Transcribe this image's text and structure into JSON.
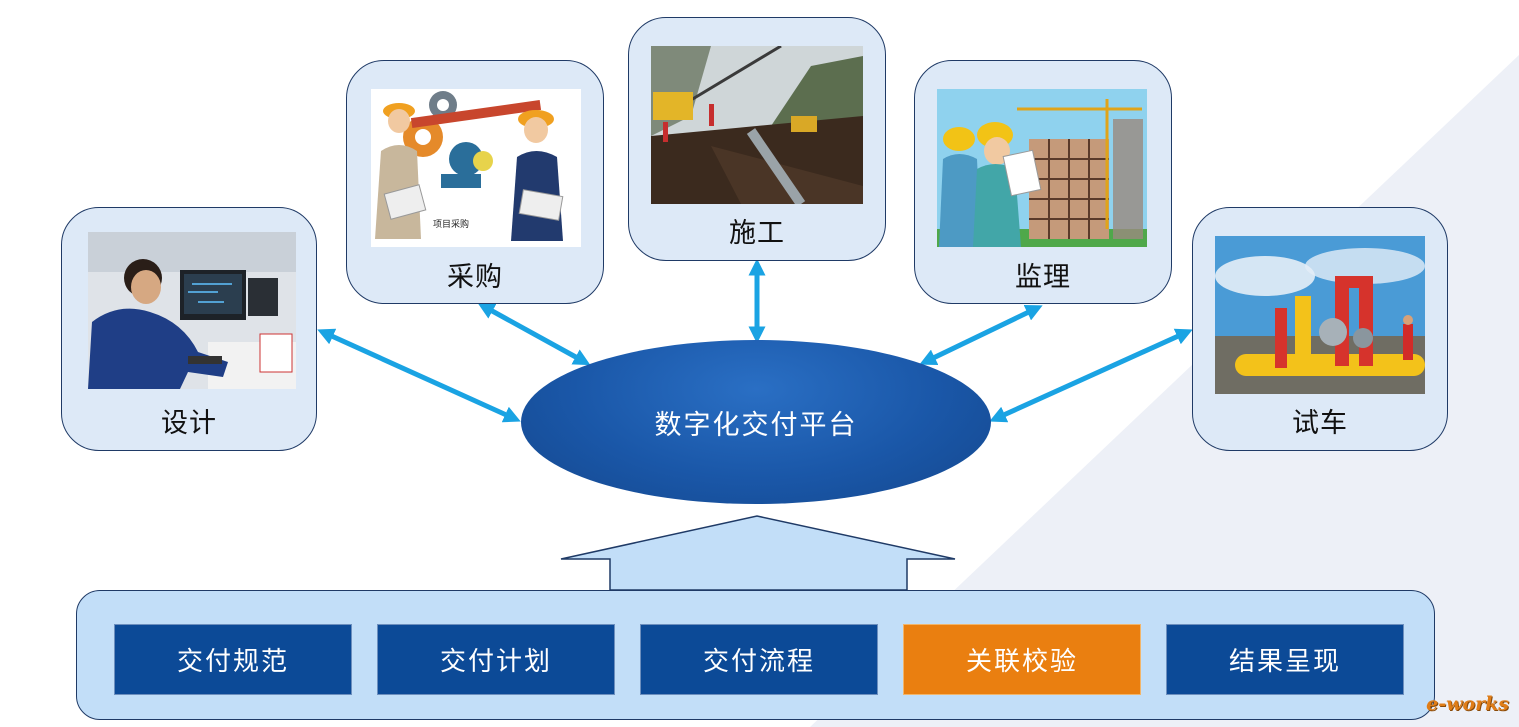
{
  "platform": {
    "label": "数字化交付平台"
  },
  "stages": {
    "design": {
      "label": "设计"
    },
    "procurement": {
      "label": "采购",
      "photo_caption": "项目采购"
    },
    "construction": {
      "label": "施工"
    },
    "supervision": {
      "label": "监理"
    },
    "commissioning": {
      "label": "试车"
    }
  },
  "modules": {
    "spec": {
      "label": "交付规范"
    },
    "plan": {
      "label": "交付计划"
    },
    "process": {
      "label": "交付流程"
    },
    "check": {
      "label": "关联校验"
    },
    "result": {
      "label": "结果呈现"
    }
  },
  "watermark": {
    "text": "e-works"
  },
  "colors": {
    "platform_blue": "#1a57a8",
    "module_blue": "#0c4a97",
    "highlight_orange": "#ea7f10",
    "arrow_cyan": "#1aa3e3",
    "card_fill": "#dde9f7",
    "panel_fill": "#c2def8"
  }
}
